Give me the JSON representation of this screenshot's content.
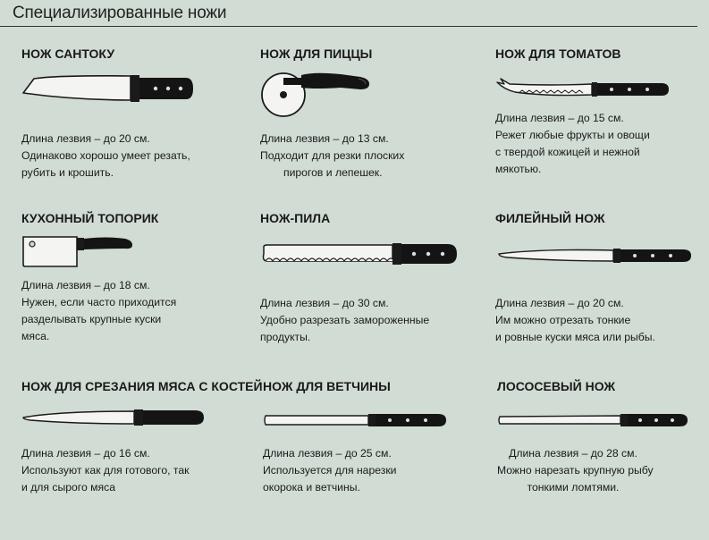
{
  "page": {
    "title": "Специализированные ножи",
    "background": "#d1dcd4",
    "blade_color": "#f4f4f2",
    "handle_color": "#141414"
  },
  "knives": [
    {
      "name": "НОЖ САНТОКУ",
      "icon": "santoku-knife-icon",
      "lines": [
        "Длина лезвия – до 20 см.",
        "Одинаково хорошо умеет резать,",
        "рубить и крошить."
      ]
    },
    {
      "name": "НОЖ ДЛЯ ПИЦЦЫ",
      "icon": "pizza-cutter-icon",
      "lines": [
        "Длина лезвия – до 13 см.",
        "Подходит для резки плоских",
        "пирогов и лепешек."
      ]
    },
    {
      "name": "НОЖ ДЛЯ ТОМАТОВ",
      "icon": "tomato-knife-icon",
      "lines": [
        "Длина лезвия – до 15 см.",
        "Режет любые фрукты и овощи",
        "с твердой кожицей и нежной",
        "мякотью."
      ]
    },
    {
      "name": "КУХОННЫЙ ТОПОРИК",
      "icon": "cleaver-icon",
      "lines": [
        "Длина лезвия – до 18 см.",
        "Нужен, если часто приходится",
        "разделывать крупные куски",
        "мяса."
      ]
    },
    {
      "name": "НОЖ-ПИЛА",
      "icon": "bread-knife-icon",
      "lines": [
        "Длина лезвия – до 30 см.",
        "Удобно разрезать замороженные",
        "продукты."
      ]
    },
    {
      "name": "ФИЛЕЙНЫЙ НОЖ",
      "icon": "fillet-knife-icon",
      "lines": [
        "Длина лезвия – до 20 см.",
        "Им можно отрезать тонкие",
        "и ровные куски мяса или рыбы."
      ]
    },
    {
      "name": "НОЖ ДЛЯ СРЕЗАНИЯ МЯСА С КОСТЕЙ",
      "icon": "boning-knife-icon",
      "lines": [
        "Длина лезвия – до 16 см.",
        "Используют как для готового, так",
        "и для сырого мяса"
      ]
    },
    {
      "name": "НОЖ ДЛЯ ВЕТЧИНЫ",
      "icon": "ham-knife-icon",
      "lines": [
        "Длина лезвия  – до 25 см.",
        "Используется для нарезки",
        "окорока и ветчины."
      ]
    },
    {
      "name": "ЛОСОСЕВЫЙ НОЖ",
      "icon": "salmon-knife-icon",
      "lines": [
        "Длина лезвия – до 28 см.",
        "Можно нарезать крупную рыбу",
        "тонкими ломтями."
      ]
    }
  ]
}
